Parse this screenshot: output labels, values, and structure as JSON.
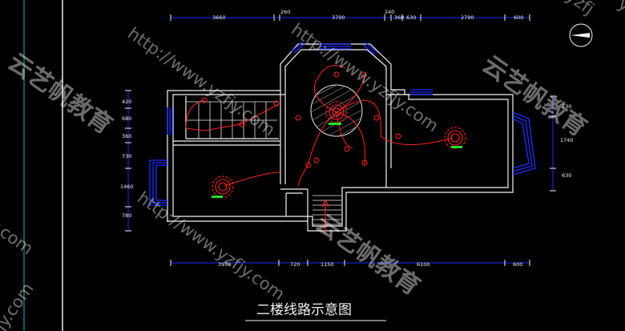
{
  "title": "二楼线路示意图",
  "dims_top": [
    "3660",
    "260",
    "3700",
    "240",
    "360",
    "630",
    "2790",
    "600"
  ],
  "dims_bottom": [
    "3950",
    "720",
    "1150",
    "6100",
    "600"
  ],
  "dims_left": [
    "420",
    "680",
    "360",
    "730",
    "1460",
    "780"
  ],
  "dims_right": [
    "730",
    "1740",
    "630"
  ],
  "watermark": {
    "url": "http://www.yzfjy.com",
    "cn": "云艺帆教育",
    "tail": "jy.com",
    "corner": "yzfj",
    "corner2": "fjy.com",
    "top": "y"
  },
  "colors": {
    "wall": "#ffffff",
    "window": "#1a2cff",
    "wire": "#ff2020",
    "light": "#ff2020",
    "dim": "#1a2cff",
    "accent": "#00c0c0"
  }
}
